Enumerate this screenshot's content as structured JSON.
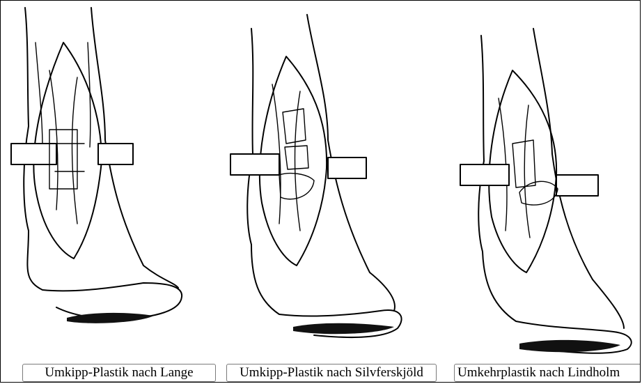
{
  "figure": {
    "panels": [
      {
        "caption": "Umkipp-Plastik nach Lange"
      },
      {
        "caption": "Umkipp-Plastik nach Silvferskjöld"
      },
      {
        "caption": "Umkehrplastik nach Lindholm"
      }
    ]
  }
}
